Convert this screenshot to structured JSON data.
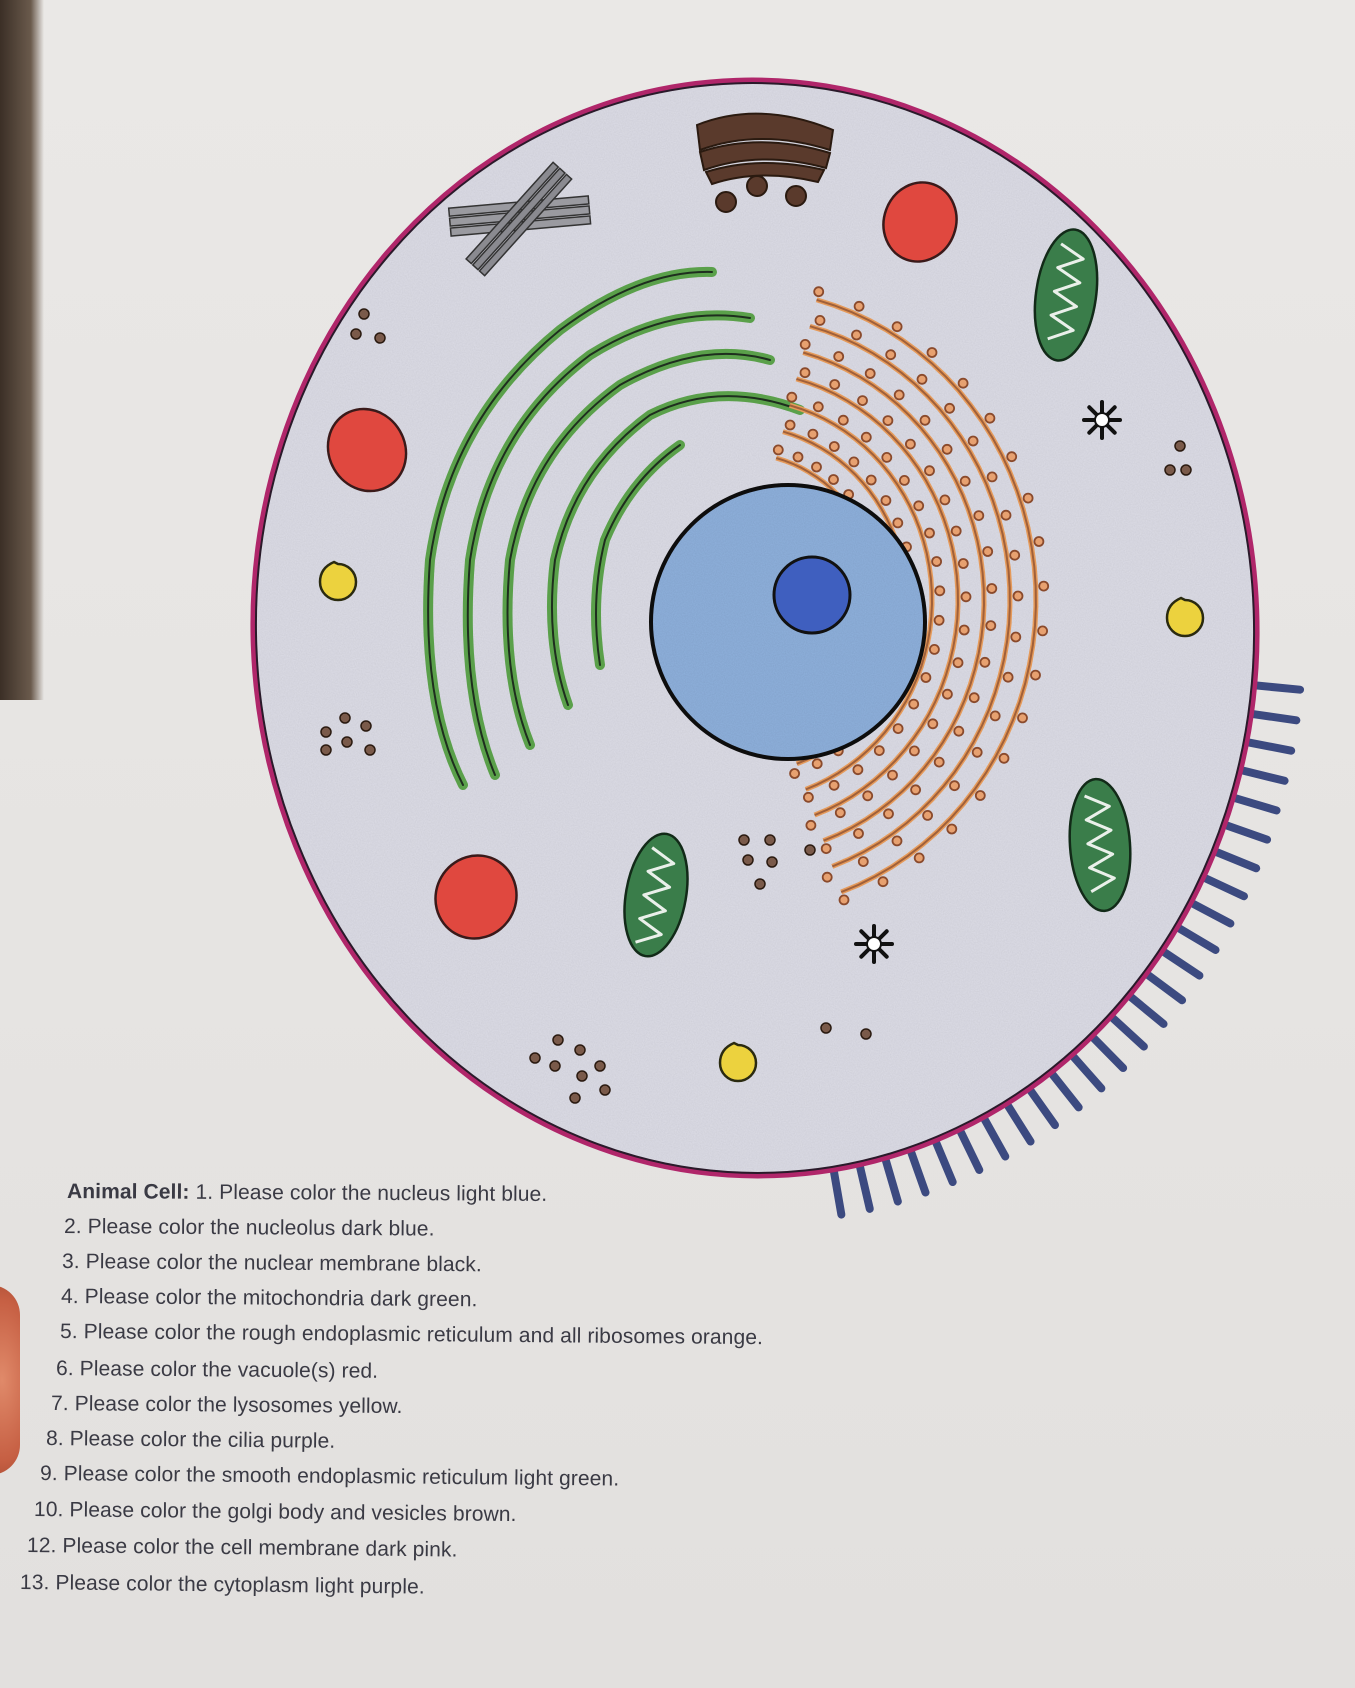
{
  "worksheet": {
    "heading": "Animal Cell:",
    "instructions": [
      "1. Please color the nucleus light blue.",
      "2. Please color the nucleolus dark blue.",
      "3. Please color the nuclear membrane black.",
      "4. Please color the mitochondria dark green.",
      "5. Please color the rough endoplasmic reticulum and all ribosomes orange.",
      "6. Please color the vacuole(s) red.",
      "7. Please color the lysosomes yellow.",
      "8. Please color the cilia purple.",
      "9. Please color the smooth endoplasmic reticulum light green.",
      "10. Please color the golgi body and vesicles brown.",
      "12. Please color the cell membrane dark pink.",
      "13. Please color the cytoplasm light purple."
    ]
  },
  "colors": {
    "nucleus": "#8fb1dd",
    "nucleolus": "#3f5fbf",
    "nuclear_membrane": "#111111",
    "mitochondria": "#3a7d4a",
    "rough_er": "#a0603a",
    "ribosomes": "#8a4a2c",
    "vacuole": "#e0483f",
    "lysosome": "#ecd23e",
    "cilia": "#3c4a80",
    "smooth_er": "#5aa04a",
    "golgi": "#5a3a2c",
    "cell_membrane": "#b0266a",
    "cytoplasm": "#dedee8"
  }
}
